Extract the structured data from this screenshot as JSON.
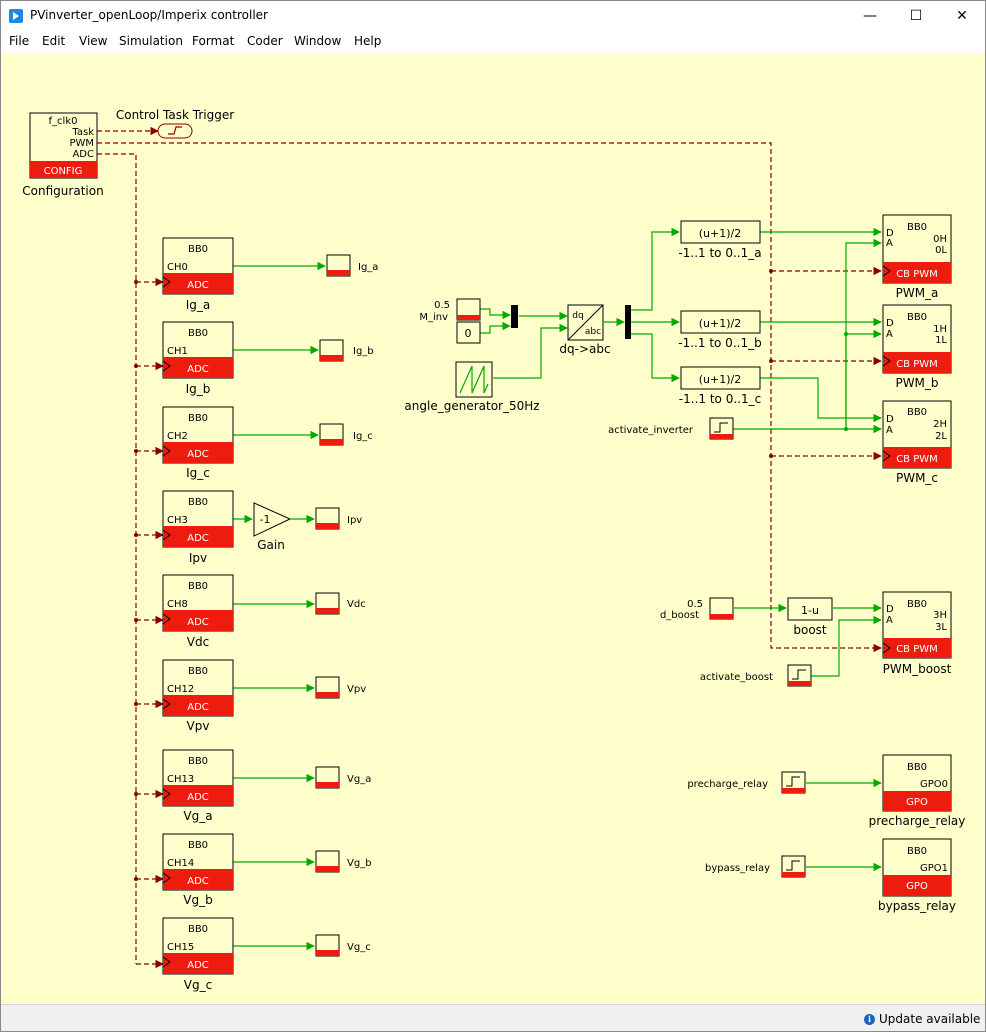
{
  "window": {
    "title": "PVinverter_openLoop/Imperix controller",
    "minimize": "—",
    "maximize": "☐",
    "close": "✕"
  },
  "menu": [
    "File",
    "Edit",
    "View",
    "Simulation",
    "Format",
    "Coder",
    "Window",
    "Help"
  ],
  "status": {
    "text": "Update available",
    "icon": "i"
  },
  "config_block": {
    "clock": "f_clk0",
    "ports": [
      "Task",
      "PWM",
      "ADC"
    ],
    "label": "CONFIG",
    "name": "Configuration",
    "trigger_label": "Control Task Trigger"
  },
  "adc_blocks": [
    {
      "bb": "BB0",
      "ch": "CH0",
      "type": "ADC",
      "name": "Ig_a",
      "scope": "Ig_a"
    },
    {
      "bb": "BB0",
      "ch": "CH1",
      "type": "ADC",
      "name": "Ig_b",
      "scope": "Ig_b"
    },
    {
      "bb": "BB0",
      "ch": "CH2",
      "type": "ADC",
      "name": "Ig_c",
      "scope": "Ig_c"
    },
    {
      "bb": "BB0",
      "ch": "CH3",
      "type": "ADC",
      "name": "Ipv",
      "scope": "Ipv"
    },
    {
      "bb": "BB0",
      "ch": "CH8",
      "type": "ADC",
      "name": "Vdc",
      "scope": "Vdc"
    },
    {
      "bb": "BB0",
      "ch": "CH12",
      "type": "ADC",
      "name": "Vpv",
      "scope": "Vpv"
    },
    {
      "bb": "BB0",
      "ch": "CH13",
      "type": "ADC",
      "name": "Vg_a",
      "scope": "Vg_a"
    },
    {
      "bb": "BB0",
      "ch": "CH14",
      "type": "ADC",
      "name": "Vg_b",
      "scope": "Vg_b"
    },
    {
      "bb": "BB0",
      "ch": "CH15",
      "type": "ADC",
      "name": "Vg_c",
      "scope": "Vg_c"
    }
  ],
  "gain": {
    "value": "-1",
    "name": "Gain"
  },
  "m_inv": {
    "value": "0.5",
    "name": "M_inv"
  },
  "zero_const": "0",
  "angle_gen": "angle_generator_50Hz",
  "transform": {
    "top": "dq",
    "bottom": "abc",
    "name": "dq->abc"
  },
  "fcn_blocks": [
    {
      "expr": "(u+1)/2",
      "name": "-1..1 to 0..1_a"
    },
    {
      "expr": "(u+1)/2",
      "name": "-1..1 to 0..1_b"
    },
    {
      "expr": "(u+1)/2",
      "name": "-1..1 to 0..1_c"
    }
  ],
  "activate_inverter": "activate_inverter",
  "pwm_blocks": [
    {
      "bb": "BB0",
      "pin_d": "D",
      "pin_a": "A",
      "out_h": "0H",
      "out_l": "0L",
      "type": "CB PWM",
      "name": "PWM_a"
    },
    {
      "bb": "BB0",
      "pin_d": "D",
      "pin_a": "A",
      "out_h": "1H",
      "out_l": "1L",
      "type": "CB PWM",
      "name": "PWM_b"
    },
    {
      "bb": "BB0",
      "pin_d": "D",
      "pin_a": "A",
      "out_h": "2H",
      "out_l": "2L",
      "type": "CB PWM",
      "name": "PWM_c"
    },
    {
      "bb": "BB0",
      "pin_d": "D",
      "pin_a": "A",
      "out_h": "3H",
      "out_l": "3L",
      "type": "CB PWM",
      "name": "PWM_boost"
    }
  ],
  "d_boost": {
    "value": "0.5",
    "name": "d_boost"
  },
  "boost_block": {
    "expr": "1-u",
    "name": "boost"
  },
  "activate_boost": "activate_boost",
  "gpo_blocks": [
    {
      "bb": "BB0",
      "pin": "GPO0",
      "type": "GPO",
      "name": "precharge_relay",
      "source": "precharge_relay"
    },
    {
      "bb": "BB0",
      "pin": "GPO1",
      "type": "GPO",
      "name": "bypass_relay",
      "source": "bypass_relay"
    }
  ],
  "colors": {
    "canvas": "#ffffcc",
    "signal": "#00aa00",
    "trigger": "#8b0000",
    "block_red": "#ee1c0e"
  }
}
